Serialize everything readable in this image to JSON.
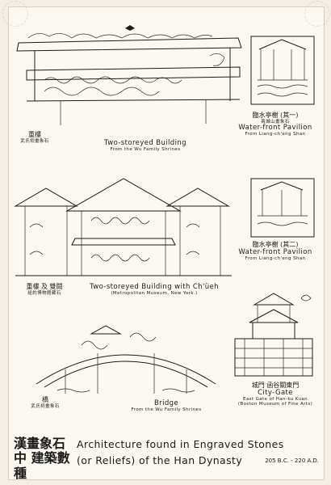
{
  "captions": {
    "two_storey_wu": {
      "zh_title": "重樓",
      "zh_source": "武氏祠畫象石",
      "title": "Two-storeyed Building",
      "source": "From the Wu Family Shrines"
    },
    "waterfront_1": {
      "zh_title": "臨水亭榭 (其一)",
      "zh_source": "兩城山畫象石",
      "title": "Water-front Pavilion",
      "source": "From Liang-ch'eng Shan"
    },
    "waterfront_2": {
      "zh_title": "臨水亭榭 (其二)",
      "title": "Water-front Pavilion",
      "source": "From Liang-ch'eng Shan"
    },
    "two_storey_chueh": {
      "zh_title": "重樓 及 雙闕",
      "zh_source": "紐約博物館藏石",
      "title": "Two-storeyed Building with Ch'üeh",
      "source": "(Metropolitan Museum, New York.)"
    },
    "bridge": {
      "zh_title": "橋",
      "zh_source": "武氏祠畫象石",
      "title": "Bridge",
      "source": "From the Wu Family Shrines"
    },
    "city_gate": {
      "zh_title": "城門 函谷關東門",
      "title": "City-Gate",
      "source": "East Gate of Han-ku Kuan",
      "note": "(Boston Museum of Fine Arts)"
    }
  },
  "footer": {
    "zh": "漢畫象石中 建築數種",
    "line1": "Architecture found in Engraved Stones",
    "line2": "(or Reliefs) of the Han Dynasty",
    "dates": "205 B.C. - 220 A.D."
  }
}
